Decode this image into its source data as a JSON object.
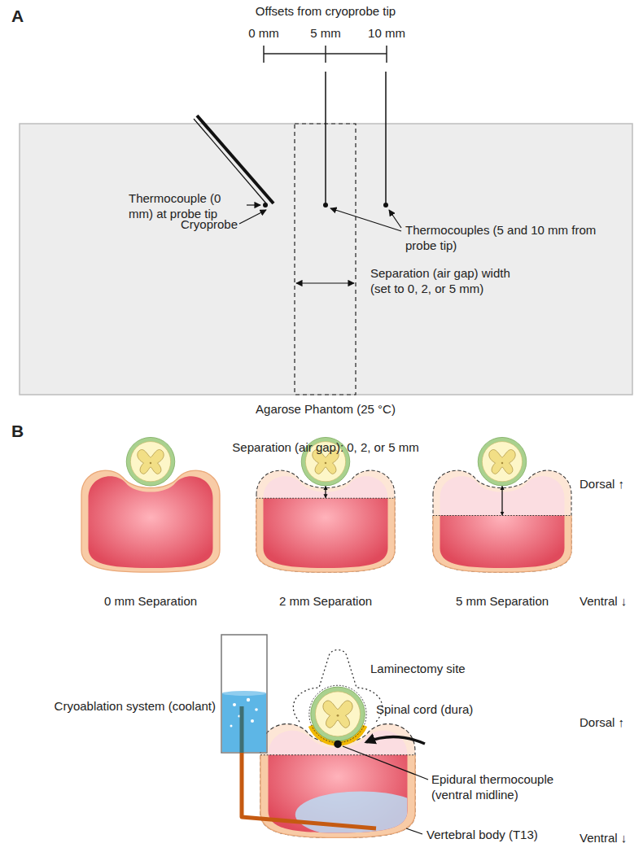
{
  "diagram": {
    "labels": [
      "A",
      "Offsets from cryoprobe tip",
      "0 mm",
      "5 mm",
      "10 mm",
      "Thermocouple (0 mm) at probe tip",
      "Cryoprobe",
      "Thermocouples (5 and 10 mm from probe tip)",
      "Separation (air gap) width (set to 0, 2, or 5 mm)",
      "Agarose Phantom (25 °C)",
      "B",
      "Separation (air gap): 0, 2, or 5 mm",
      "Dorsal ↑",
      "0 mm Separation",
      "2 mm Separation",
      "5 mm Separation",
      "Ventral ↓",
      "Laminectomy site",
      "Cryoablation system (coolant)",
      "Spinal cord (dura)",
      "Dorsal ↑",
      "Epidural thermocouple (ventral midline)",
      "Vertebral body (T13)",
      "Ventral ↓"
    ]
  }
}
